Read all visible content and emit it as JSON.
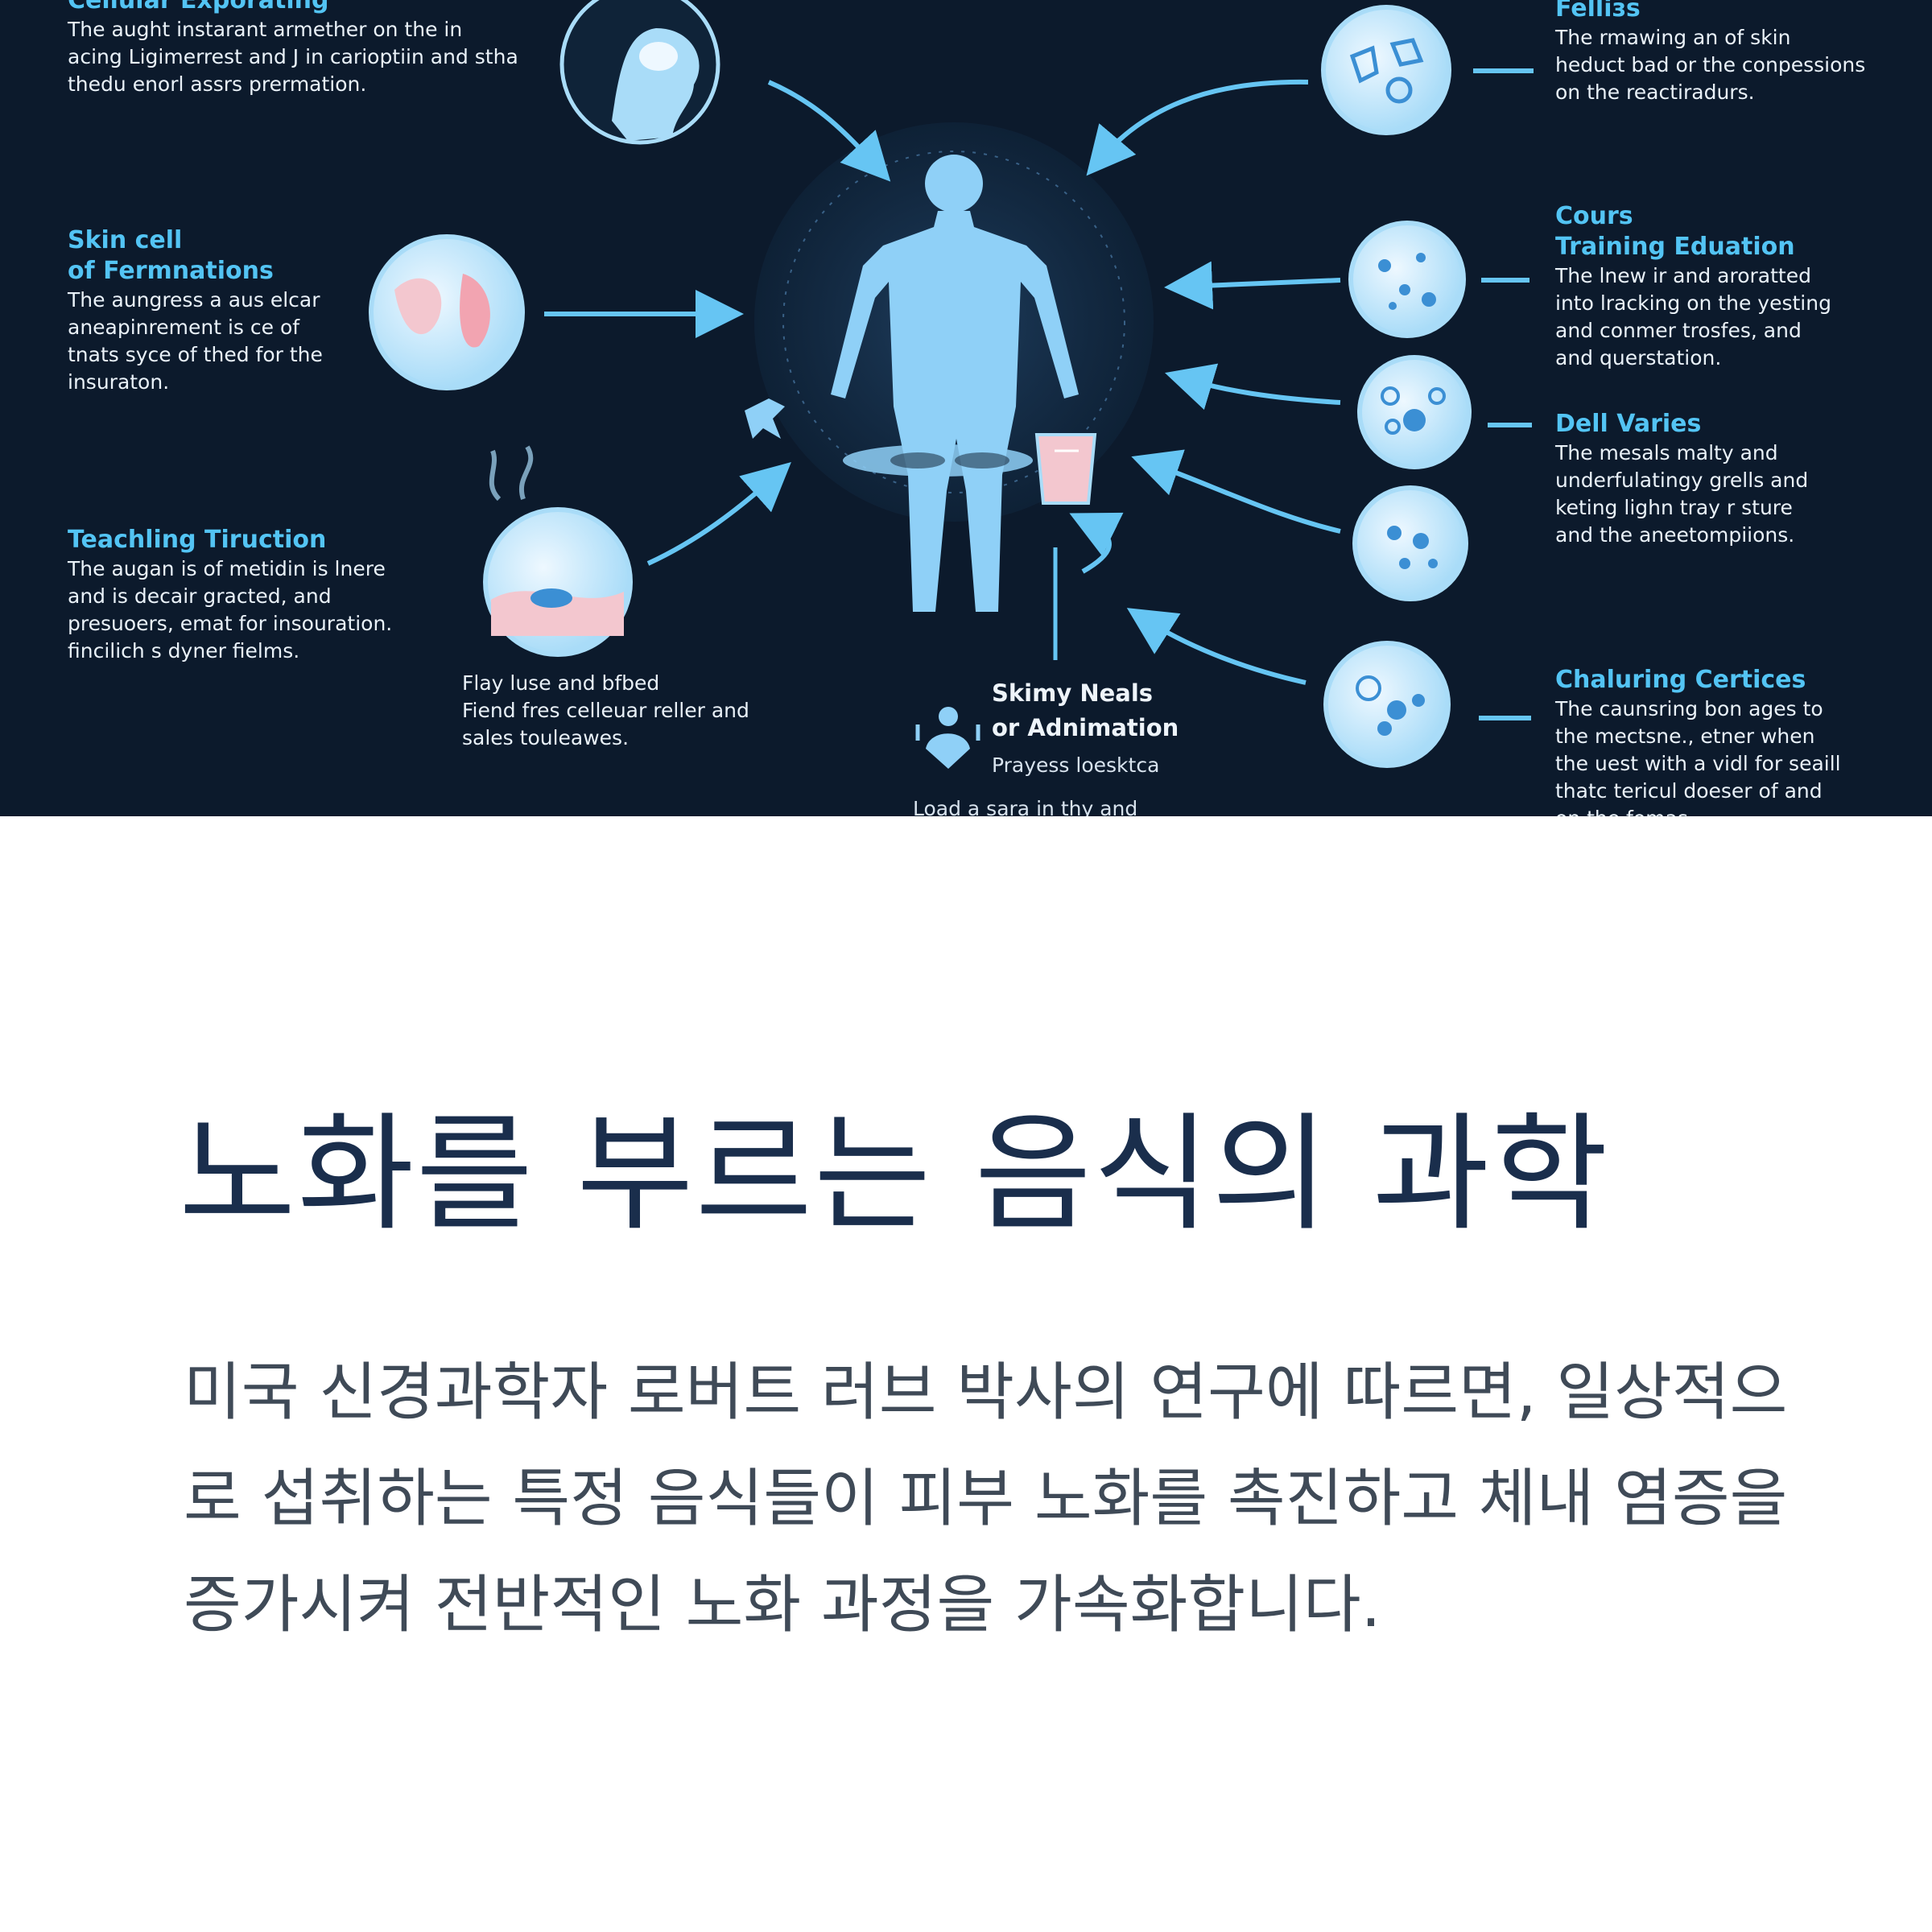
{
  "infographic": {
    "left_items": [
      {
        "title": "Cellular Exporating",
        "body": "The aught instarant armether on the in\nacing Ligimerrest and J in carioptiin and stha\nthedu enorl assrs prermation."
      },
      {
        "title": "Skin cell\nof Fermnations",
        "body": "The aungress a aus elcar\naneapinrement is ce of\ntnats syce of thed for the\ninsuraton."
      },
      {
        "title": "Teachling Tiruction",
        "body": "The augan is of metidin is lnere\nand is decair gracted, and\npresuoers, emat for insouration.\nfincilich s dyner fielms."
      },
      {
        "title": "",
        "body": "Flay luse and bfbed\nFiend fres celleuar reller and\nsales touleawes."
      }
    ],
    "right_items": [
      {
        "title": "Felliзs",
        "body": "The rmawing an of skin\nheduct bad or the conpessions\non the reactiradurs."
      },
      {
        "title": "Cours\nTraining Eduation",
        "body": "The lnew ir and aroratted\ninto lracking on the yesting\nand conmer trosfes, and\nand querstation."
      },
      {
        "title": "Dell Varies",
        "body": "The mesals malty and\nunderfulatingy grells and\nketing lighn tray r sture\nand the aneetompiions."
      },
      {
        "title": "Chaluring Certices",
        "body": "The caunsring bon ages to\nthe mectsne., etner when\nthe uest with a vidl for seaill\nthatc tericul doeser of and\non the fomas."
      }
    ],
    "center": {
      "title": "Skimy Neals\nor Adnimation",
      "subtitle": "Prayess loesktca",
      "cut_line": "Load a sara in thy and"
    },
    "colors": {
      "background": "#0c1a2c",
      "accent": "#53c4f4",
      "figure": "#8fd0f7"
    }
  },
  "article": {
    "headline": "노화를 부르는 음식의 과학",
    "body": "미국 신경과학자 로버트 러브 박사의 연구에 따르면, 일상적으로 섭취하는 특정 음식들이 피부 노화를 촉진하고 체내 염증을 증가시켜 전반적인 노화 과정을 가속화합니다."
  }
}
